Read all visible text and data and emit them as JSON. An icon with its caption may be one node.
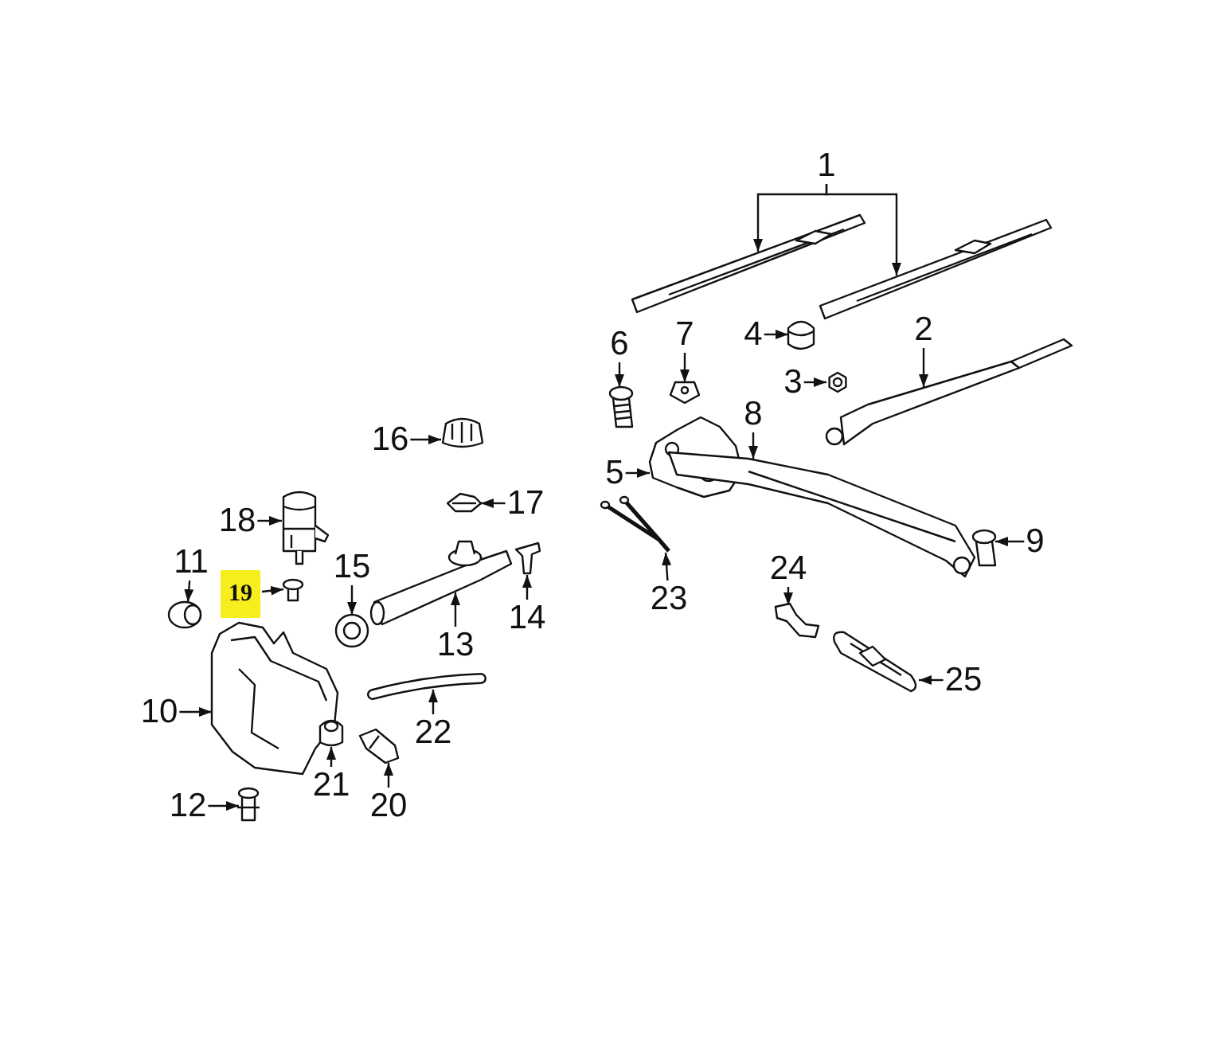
{
  "diagram": {
    "nodes": [
      {
        "text": [
          "1"
        ]
      },
      {
        "text": [
          "2"
        ]
      },
      {
        "text": [
          "3"
        ]
      },
      {
        "text": [
          "4"
        ]
      },
      {
        "text": [
          "5"
        ]
      },
      {
        "text": [
          "6"
        ]
      },
      {
        "text": [
          "7"
        ]
      },
      {
        "text": [
          "8"
        ]
      },
      {
        "text": [
          "9"
        ]
      },
      {
        "text": [
          "10"
        ]
      },
      {
        "text": [
          "11"
        ]
      },
      {
        "text": [
          "12"
        ]
      },
      {
        "text": [
          "13"
        ]
      },
      {
        "text": [
          "14"
        ]
      },
      {
        "text": [
          "15"
        ]
      },
      {
        "text": [
          "16"
        ]
      },
      {
        "text": [
          "17"
        ]
      },
      {
        "text": [
          "18"
        ]
      },
      {
        "text": [
          "19"
        ]
      },
      {
        "text": [
          "20"
        ]
      },
      {
        "text": [
          "21"
        ]
      },
      {
        "text": [
          "22"
        ]
      },
      {
        "text": [
          "23"
        ]
      },
      {
        "text": [
          "24"
        ]
      },
      {
        "text": [
          "25"
        ]
      },
      {
        "text": [],
        "shape": "picture"
      },
      {
        "text": [],
        "shape": "picture"
      },
      {
        "text": [],
        "shape": "picture"
      },
      {
        "text": [],
        "shape": "picture"
      },
      {
        "text": [],
        "shape": "picture"
      },
      {
        "text": [],
        "shape": "picture"
      },
      {
        "text": [],
        "shape": "picture"
      },
      {
        "text": [],
        "shape": "picture"
      },
      {
        "text": [],
        "shape": "picture"
      },
      {
        "text": [],
        "shape": "picture"
      },
      {
        "text": [],
        "shape": "picture"
      },
      {
        "text": [],
        "shape": "picture"
      },
      {
        "text": [],
        "shape": "picture"
      },
      {
        "text": [],
        "shape": "picture"
      },
      {
        "text": [],
        "shape": "picture"
      },
      {
        "text": [],
        "shape": "picture"
      },
      {
        "text": [],
        "shape": "picture"
      },
      {
        "text": [],
        "shape": "picture"
      },
      {
        "text": [],
        "shape": "picture"
      },
      {
        "text": [],
        "shape": "picture"
      },
      {
        "text": [],
        "shape": "picture"
      },
      {
        "text": [],
        "shape": "picture"
      },
      {
        "text": [],
        "shape": "picture"
      },
      {
        "text": [],
        "shape": "picture"
      },
      {
        "text": [],
        "shape": "picture"
      },
      {
        "text": [],
        "shape": "picture"
      }
    ],
    "edges": [
      {
        "from": 0,
        "to": 25,
        "arrow": "to"
      },
      {
        "from": 0,
        "to": 26,
        "arrow": "to"
      },
      {
        "from": 1,
        "to": 27,
        "arrow": "to"
      },
      {
        "from": 2,
        "to": 28,
        "arrow": "to"
      },
      {
        "from": 3,
        "to": 29,
        "arrow": "to"
      },
      {
        "from": 4,
        "to": 30,
        "arrow": "to"
      },
      {
        "from": 5,
        "to": 31,
        "arrow": "to"
      },
      {
        "from": 6,
        "to": 32,
        "arrow": "to"
      },
      {
        "from": 7,
        "to": 33,
        "arrow": "to"
      },
      {
        "from": 8,
        "to": 34,
        "arrow": "to"
      },
      {
        "from": 9,
        "to": 35,
        "arrow": "to"
      },
      {
        "from": 10,
        "to": 36,
        "arrow": "to"
      },
      {
        "from": 11,
        "to": 37,
        "arrow": "to"
      },
      {
        "from": 12,
        "to": 38,
        "arrow": "to"
      },
      {
        "from": 13,
        "to": 39,
        "arrow": "to"
      },
      {
        "from": 14,
        "to": 40,
        "arrow": "to"
      },
      {
        "from": 15,
        "to": 41,
        "arrow": "to"
      },
      {
        "from": 16,
        "to": 42,
        "arrow": "to"
      },
      {
        "from": 17,
        "to": 43,
        "arrow": "to"
      },
      {
        "from": 18,
        "to": 44,
        "arrow": "to"
      },
      {
        "from": 19,
        "to": 45,
        "arrow": "to"
      },
      {
        "from": 20,
        "to": 46,
        "arrow": "to"
      },
      {
        "from": 21,
        "to": 47,
        "arrow": "to"
      },
      {
        "from": 22,
        "to": 48,
        "arrow": "to"
      },
      {
        "from": 23,
        "to": 49,
        "arrow": "to"
      },
      {
        "from": 24,
        "to": 50,
        "arrow": "to"
      }
    ]
  }
}
